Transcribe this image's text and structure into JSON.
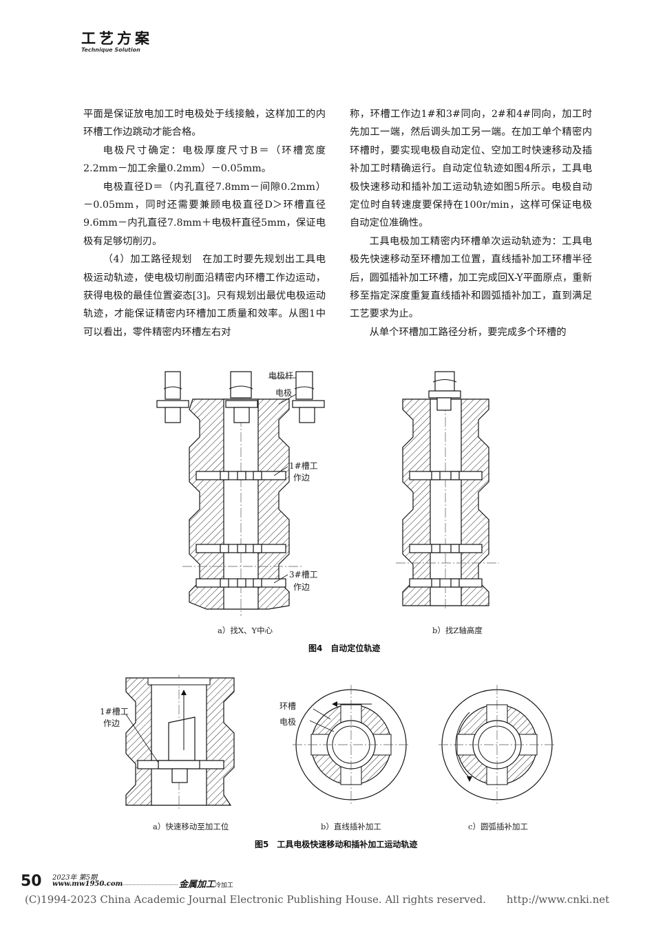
{
  "header": {
    "title_zh": "工艺方案",
    "title_en": "Technique Solution"
  },
  "left_column": [
    {
      "text": "平面是保证放电加工时电极处于线接触，这样加工的内环槽工作边跳动才能合格。",
      "indent": false
    },
    {
      "text": "电极尺寸确定：电极厚度尺寸B＝（环槽宽度2.2mm－加工余量0.2mm）－0.05mm。",
      "indent": true
    },
    {
      "text": "电极直径D＝（内孔直径7.8mm－间隙0.2mm）－0.05mm，同时还需要兼顾电极直径D＞环槽直径9.6mm－内孔直径7.8mm＋电极杆直径5mm，保证电极有足够切削刃。",
      "indent": true
    },
    {
      "text": "（4）加工路径规划　在加工时要先规划出工具电极运动轨迹，使电极切削面沿精密内环槽工作边运动，获得电极的最佳位置姿态[3]。只有规划出最优电极运动轨迹，才能保证精密内环槽加工质量和效率。从图1中可以看出，零件精密内环槽左右对",
      "indent": true
    }
  ],
  "right_column": [
    {
      "text": "称，环槽工作边1#和3#同向，2#和4#同向，加工时先加工一端，然后调头加工另一端。在加工单个精密内环槽时，要实现电极自动定位、空加工时快速移动及插补加工时精确运行。自动定位轨迹如图4所示，工具电极快速移动和插补加工运动轨迹如图5所示。电极自动定位时自转速度要保持在100r/min，这样可保证电极自动定位准确性。",
      "indent": false
    },
    {
      "text": "工具电极加工精密内环槽单次运动轨迹为：工具电极先快速移动至环槽加工位置，直线插补加工环槽半径后，圆弧插补加工环槽，加工完成回X-Y平面原点，重新移至指定深度重复直线插补和圆弧插补加工，直到满足工艺要求为止。",
      "indent": true
    },
    {
      "text": "从单个环槽加工路径分析，要完成多个环槽的",
      "indent": true
    }
  ],
  "fig4": {
    "labels": {
      "rod": "电极杆",
      "electrode": "电极",
      "groove1_a": "1#槽工",
      "groove1_b": "作边",
      "groove3_a": "3#槽工",
      "groove3_b": "作边"
    },
    "caption_a": "a）找X、Y中心",
    "caption_b": "b）找Z轴高度",
    "title": "图4　自动定位轨迹"
  },
  "fig5": {
    "labels": {
      "groove1_a": "1#槽工",
      "groove1_b": "作边",
      "ring": "环槽",
      "electrode": "电极"
    },
    "caption_a": "a）快速移动至加工位",
    "caption_b": "b）直线插补加工",
    "caption_c": "c）圆弧插补加工",
    "title": "图5　工具电极快速移动和插补加工运动轨迹"
  },
  "footer": {
    "page_number": "50",
    "issue": "2023年 第5期",
    "url": "www.mw1950.com",
    "magazine": "金属加工",
    "magazine_sub": "冷加工",
    "copyright": "(C)1994-2023 China Academic Journal Electronic Publishing House. All rights reserved.　　http://www.cnki.net"
  },
  "colors": {
    "text": "#1a1a1a",
    "line": "#111111",
    "center_line": "#555555"
  }
}
